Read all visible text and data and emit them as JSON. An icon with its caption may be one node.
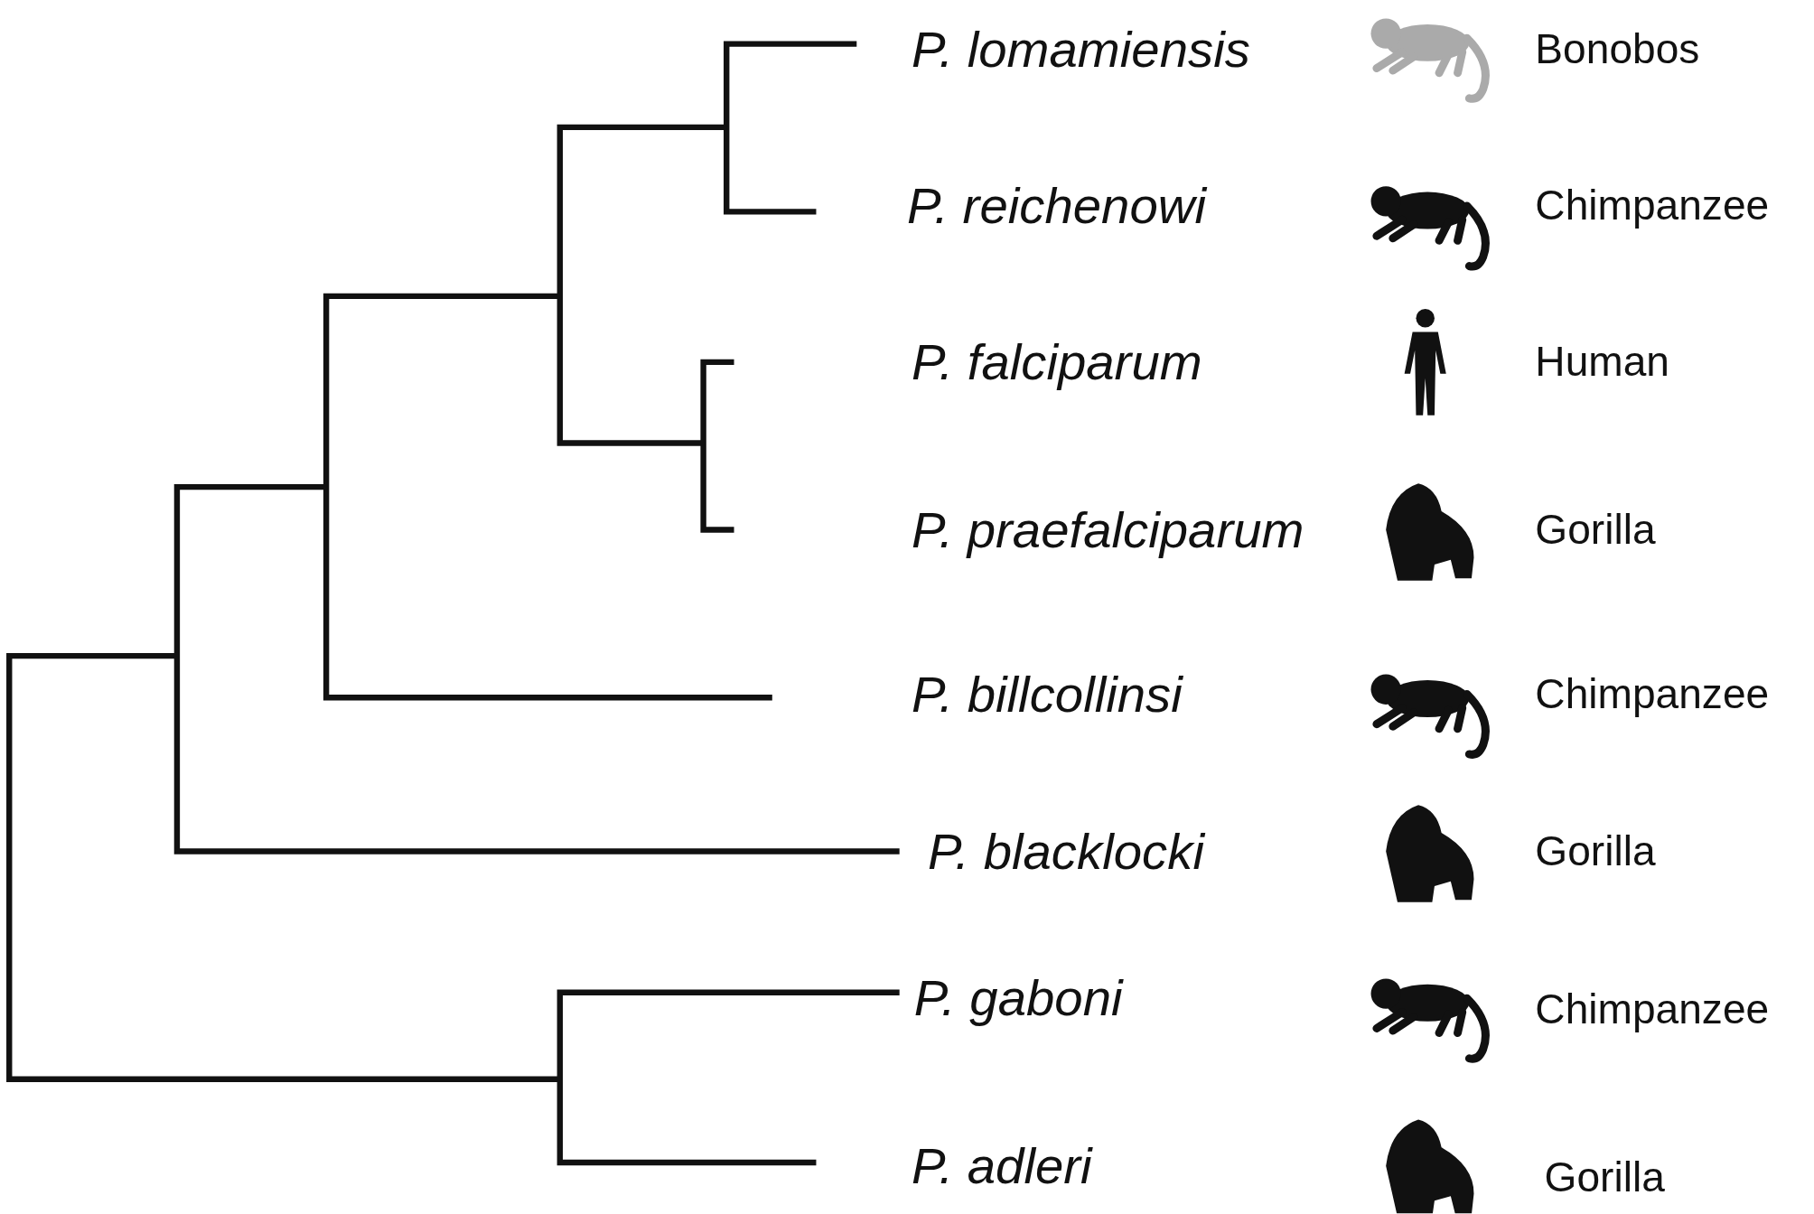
{
  "diagram": {
    "labels": [
      "P. lomamiensis",
      "Bonobos",
      "P. reichenowi",
      "Chimpanzee",
      "P. falciparum",
      "Human",
      "P. praefalciparum",
      "Gorilla",
      "P. billcollinsi",
      "Chimpanzee",
      "P. blacklocki",
      "Gorilla",
      "P. gaboni",
      "Chimpanzee",
      "P. adleri",
      "Gorilla"
    ]
  }
}
